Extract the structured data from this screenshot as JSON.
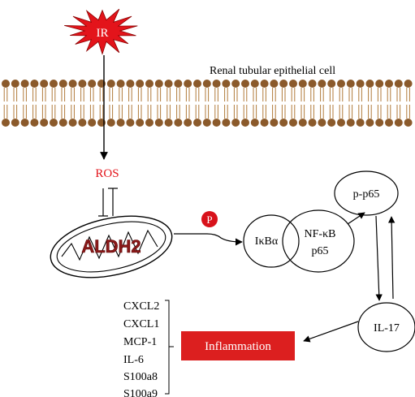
{
  "diagram": {
    "stimulus": "IR",
    "cell_label": "Renal tubular epithelial cell",
    "ros": "ROS",
    "enzyme": "ALDH2",
    "phospho": "P",
    "ikba": "IκBα",
    "nfkb_line1": "NF-κB",
    "nfkb_line2": "p65",
    "pp65": "p-p65",
    "il17": "IL-17",
    "inflammation": "Inflammation",
    "mediators": [
      "CXCL2",
      "CXCL1",
      "MCP-1",
      "IL-6",
      "S100a8",
      "S100a9"
    ]
  },
  "colors": {
    "burst": "#e3141b",
    "ros_text": "#e3141b",
    "lipid_head": "#8b5a2b",
    "lipid_tail": "#b07a3a",
    "aldh2_text": "#8b1a1a",
    "inflammation_fill": "#dc1f1f",
    "phospho_fill": "#d8121b"
  }
}
